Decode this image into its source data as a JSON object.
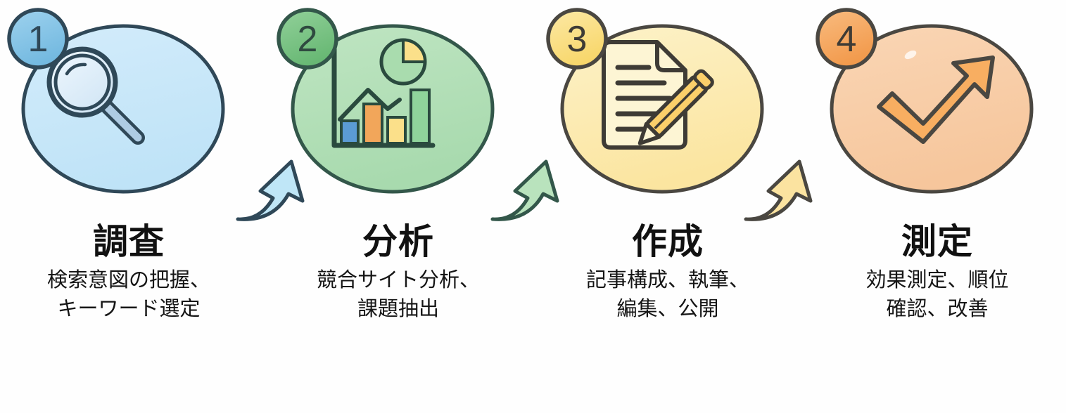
{
  "diagram": {
    "type": "process-flow",
    "orientation": "horizontal",
    "background_color": "#fefefe",
    "step_count": 4
  },
  "steps": [
    {
      "number": "1",
      "title": "調査",
      "desc_line1": "検索意図の把握、",
      "desc_line2": "キーワード選定",
      "icon": "magnifying-glass-icon",
      "bubble_fill": "#bfe3f7",
      "bubble_fill_light": "#d3ecfb",
      "bubble_stroke": "#2f4858",
      "badge_fill": "#7cc0e4",
      "badge_stroke": "#2f4858",
      "badge_text_color": "#2f4858",
      "icon_stroke": "#2f4858",
      "icon_fill": "#dceefb"
    },
    {
      "number": "2",
      "title": "分析",
      "desc_line1": "競合サイト分析、",
      "desc_line2": "課題抽出",
      "icon": "bar-line-pie-chart-icon",
      "bubble_fill": "#aedcb2",
      "bubble_fill_light": "#bfe5c2",
      "bubble_stroke": "#33574a",
      "badge_fill": "#74c37f",
      "badge_stroke": "#33574a",
      "badge_text_color": "#2f4a40",
      "icon_stroke": "#2a4a3e",
      "icon_fill": "#a9dcae",
      "chart_bar_colors": [
        "#5b9bd5",
        "#f2a65a",
        "#fbe08a",
        "#8fd49b"
      ]
    },
    {
      "number": "3",
      "title": "作成",
      "desc_line1": "記事構成、執筆、",
      "desc_line2": "編集、公開",
      "icon": "document-pencil-icon",
      "bubble_fill": "#fbe9a8",
      "bubble_fill_light": "#fdf2c9",
      "bubble_stroke": "#4a4741",
      "badge_fill": "#fadf83",
      "badge_stroke": "#4a4741",
      "badge_text_color": "#3e3b35",
      "icon_stroke": "#3e3b35",
      "icon_fill": "#fdf5d4",
      "pencil_fill": "#fbcf6a"
    },
    {
      "number": "4",
      "title": "測定",
      "desc_line1": "効果測定、順位",
      "desc_line2": "確認、改善",
      "icon": "trending-up-arrow-icon",
      "bubble_fill": "#f7c9a1",
      "bubble_fill_light": "#fad6b5",
      "bubble_stroke": "#4a4741",
      "badge_fill": "#f5a65d",
      "badge_stroke": "#4a4741",
      "badge_text_color": "#3e3b35",
      "icon_stroke": "#4a4741",
      "icon_fill": "#f8ae61"
    }
  ],
  "connectors": [
    {
      "name": "connector-1-to-2",
      "fill": "#bfe6f7",
      "stroke": "#2f4858"
    },
    {
      "name": "connector-2-to-3",
      "fill": "#b9e3bd",
      "stroke": "#33574a"
    },
    {
      "name": "connector-3-to-4",
      "fill": "#fbe3a0",
      "stroke": "#4a4741"
    }
  ]
}
